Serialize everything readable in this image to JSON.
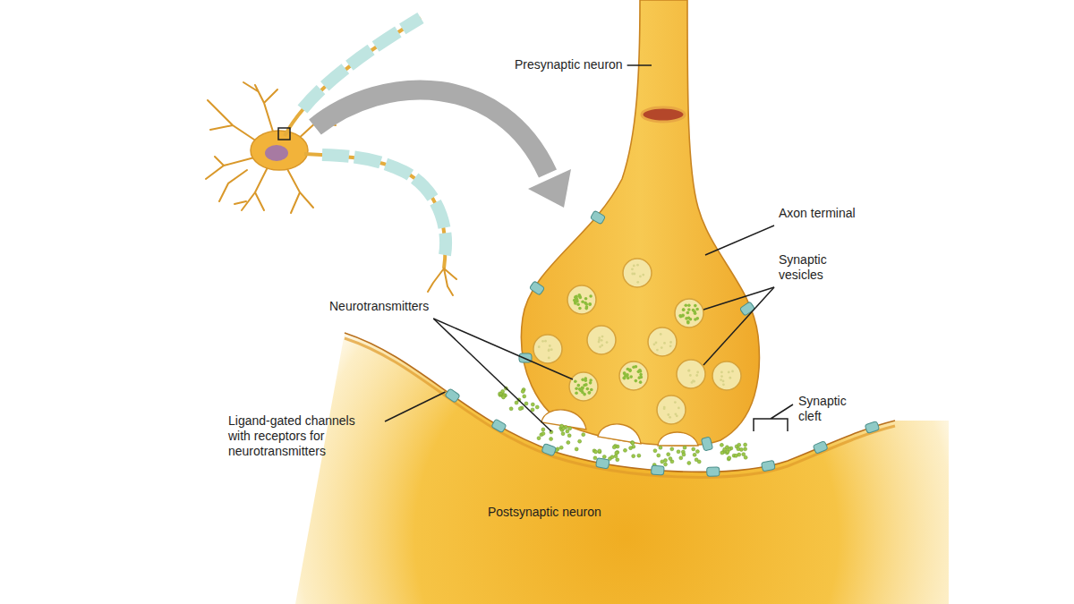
{
  "diagram": {
    "labels": [
      "Presynaptic neuron",
      "Axon terminal",
      "Synaptic vesicles",
      "Neurotransmitters",
      "Ligand-gated channels with receptors for neurotransmitters",
      "Synaptic cleft",
      "Postsynaptic neuron"
    ]
  }
}
